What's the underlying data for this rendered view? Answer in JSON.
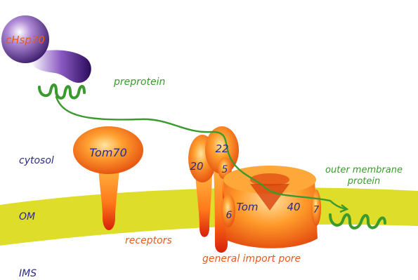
{
  "colors": {
    "green": "#3a9a2e",
    "navy": "#2a2a8a",
    "orange": "#e85a1a",
    "membrane": "#dede2a",
    "purple": "#5a2a8a"
  },
  "labels": {
    "hsp": "cHsp70",
    "preprotein": "preprotein",
    "cytosol": "cytosol",
    "om": "OM",
    "ims": "IMS",
    "receptors": "receptors",
    "general_import_pore": "general import pore",
    "outer_membrane_line1": "outer membrane",
    "outer_membrane_line2": "protein",
    "tom70": "Tom70",
    "tom20": "20",
    "tom22": "22",
    "tom5": "5",
    "tom6": "6",
    "tom_word": "Tom",
    "tom40": "40",
    "tom7": "7"
  }
}
